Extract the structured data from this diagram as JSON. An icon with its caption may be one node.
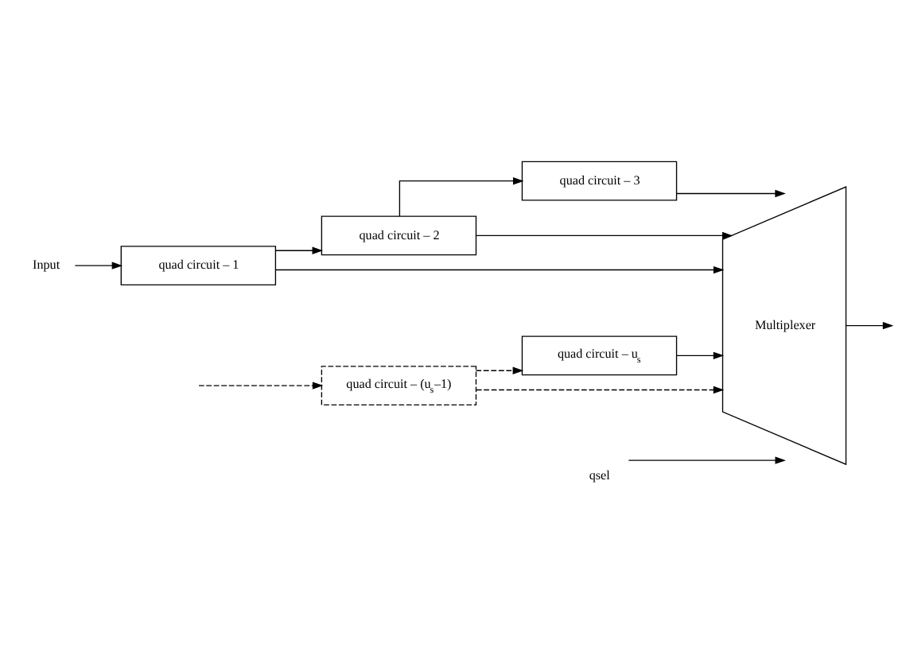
{
  "diagram": {
    "nodes": [
      {
        "text": [
          "Input"
        ]
      },
      {
        "text": [
          "quad circuit – 1"
        ]
      },
      {
        "text": [
          "quad circuit – 2"
        ]
      },
      {
        "text": [
          "quad circuit – 3"
        ]
      },
      {
        "text": [
          "quad circuit – (u$_{s}$–1)"
        ]
      },
      {
        "text": [
          "quad circuit – u$_{s}$"
        ]
      },
      {
        "text": [
          "Multiplexer"
        ]
      },
      {
        "text": [
          "qsel"
        ]
      }
    ],
    "edges": [
      {
        "from": 0,
        "to": 1,
        "arrow": "to"
      },
      {
        "from": 1,
        "to": 2,
        "arrow": "to"
      },
      {
        "from": 1,
        "to": 6,
        "arrow": "to"
      },
      {
        "from": 2,
        "to": 3,
        "arrow": "to"
      },
      {
        "from": 2,
        "to": 6,
        "arrow": "to"
      },
      {
        "from": 3,
        "to": 6,
        "arrow": "to"
      },
      {
        "from": null,
        "to": 4,
        "arrow": "to",
        "style": "dashed"
      },
      {
        "from": 4,
        "to": 5,
        "arrow": "to",
        "style": "dashed"
      },
      {
        "from": 4,
        "to": 6,
        "arrow": "to",
        "style": "dashed"
      },
      {
        "from": 5,
        "to": 6,
        "arrow": "to"
      },
      {
        "from": 7,
        "to": 6,
        "arrow": "to"
      },
      {
        "from": 6,
        "to": null,
        "arrow": "to"
      }
    ]
  }
}
